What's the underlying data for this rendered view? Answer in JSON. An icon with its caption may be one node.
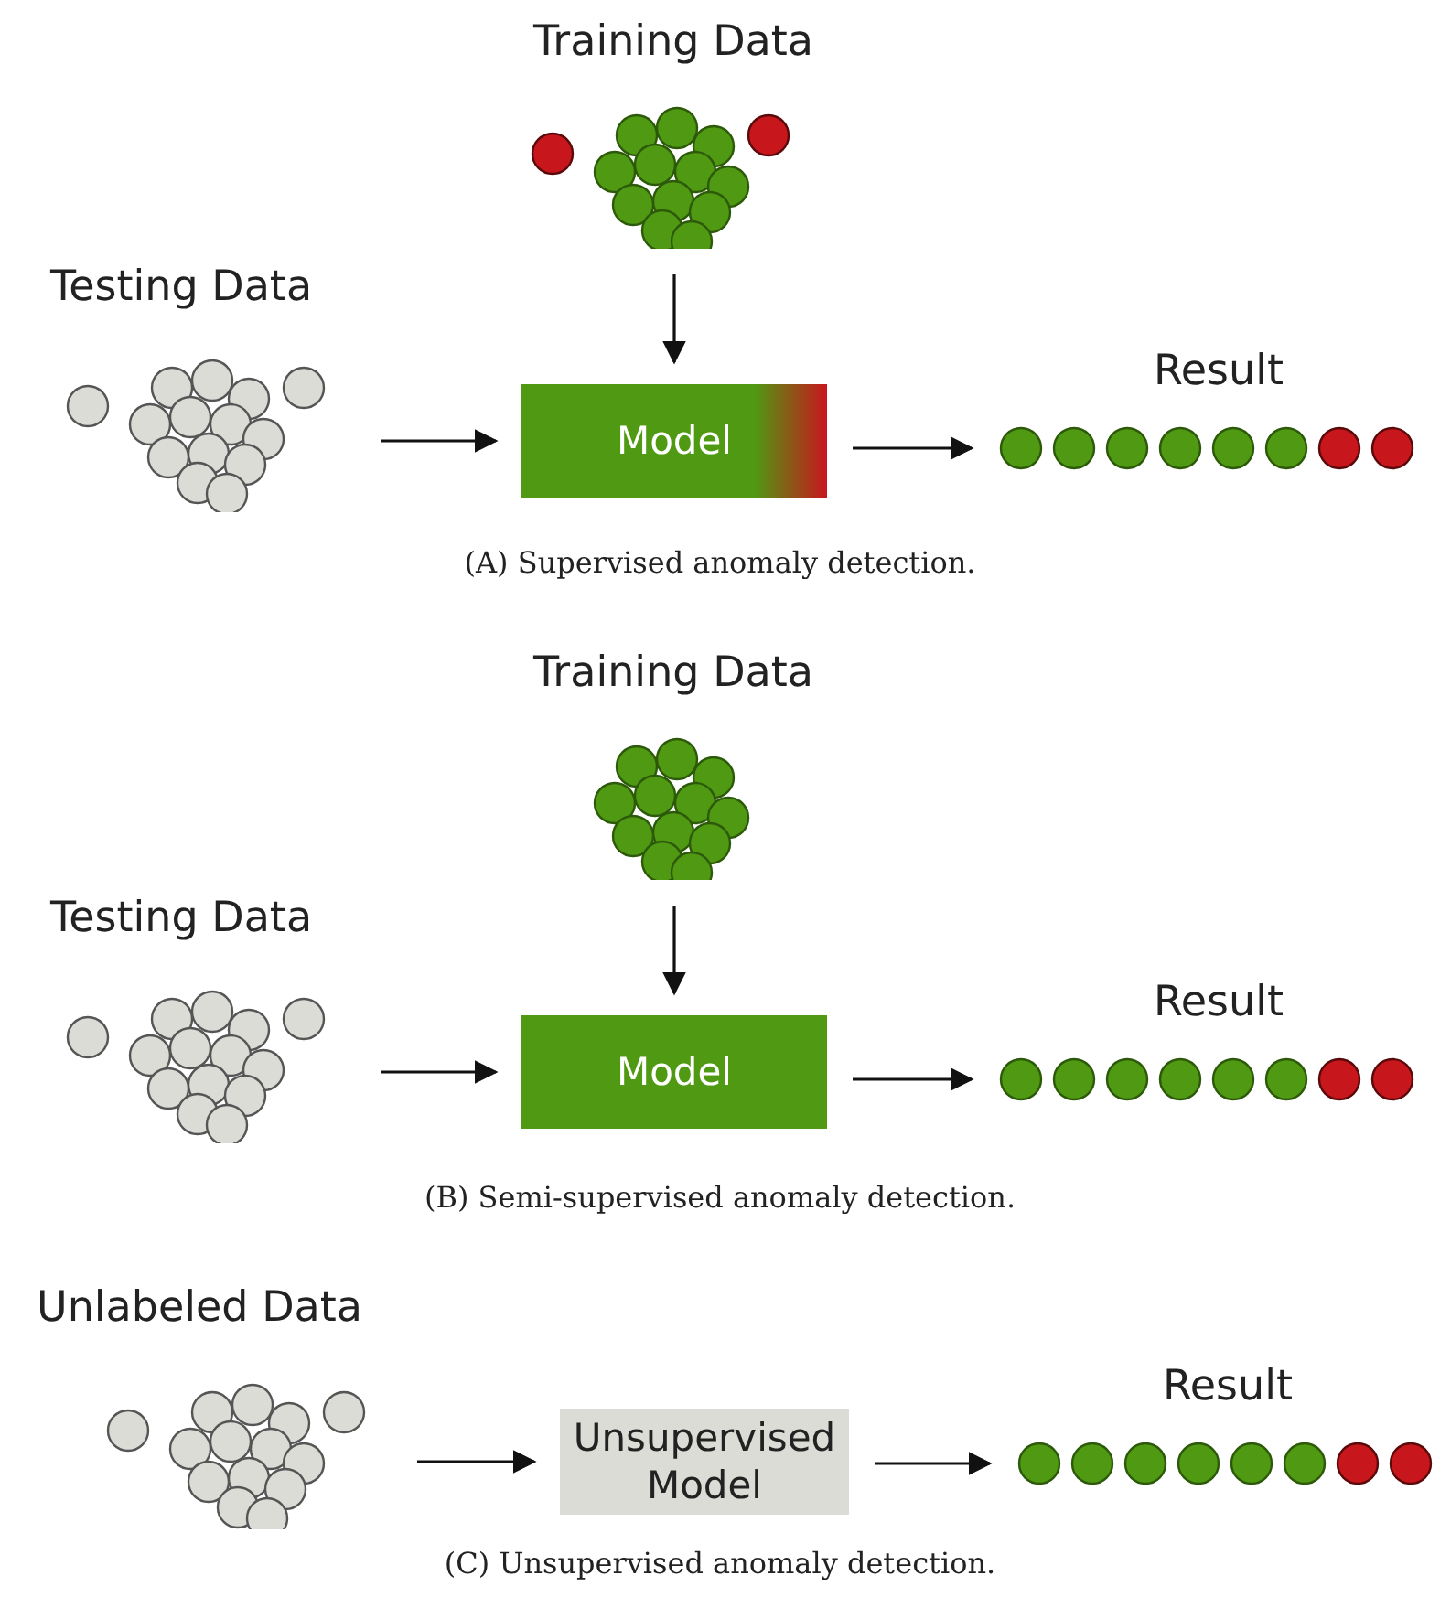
{
  "diagram": {
    "nodes": [
      {
        "text": [
          "Training Data"
        ]
      },
      {
        "text": [
          "Testing Data"
        ]
      },
      {
        "text": [
          "Model"
        ]
      },
      {
        "text": [
          "Result"
        ]
      },
      {
        "text": [
          "Training Data"
        ]
      },
      {
        "text": [
          "Testing Data"
        ]
      },
      {
        "text": [
          "Model"
        ]
      },
      {
        "text": [
          "Result"
        ]
      },
      {
        "text": [
          "Unlabeled Data"
        ]
      },
      {
        "text": [
          "Unsupervised Model"
        ]
      },
      {
        "text": [
          "Result"
        ]
      }
    ],
    "edges": [
      {
        "from": 0,
        "to": 2,
        "arrow": "to"
      },
      {
        "from": 1,
        "to": 2,
        "arrow": "to"
      },
      {
        "from": 2,
        "to": 3,
        "arrow": "to"
      },
      {
        "from": 4,
        "to": 6,
        "arrow": "to"
      },
      {
        "from": 5,
        "to": 6,
        "arrow": "to"
      },
      {
        "from": 6,
        "to": 7,
        "arrow": "to"
      },
      {
        "from": 8,
        "to": 9,
        "arrow": "to"
      },
      {
        "from": 9,
        "to": 10,
        "arrow": "to"
      }
    ],
    "labels": [
      "(A) Supervised anomaly detection.",
      "(B) Semi-supervised anomaly detection.",
      "(C) Unsupervised anomaly detection."
    ]
  }
}
